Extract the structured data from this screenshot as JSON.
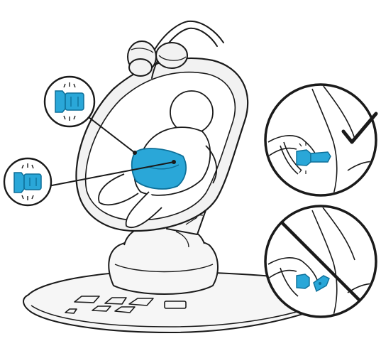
{
  "colors": {
    "line": "#1a1a1a",
    "buckle": "#2aa7d8",
    "buckle_dark": "#0d6f98",
    "seat_fill": "#f2f2f2",
    "base_fill": "#f6f6f6",
    "background": "#ffffff"
  },
  "icons": {
    "correct": "check-mark-icon",
    "incorrect": "prohibited-slash-icon"
  },
  "callouts": [
    {
      "name": "upper-buckle-callout",
      "state": "closed"
    },
    {
      "name": "lower-buckle-callout",
      "state": "closed"
    }
  ],
  "detail_views": [
    {
      "name": "buckle-fastened-view",
      "status": "correct"
    },
    {
      "name": "buckle-unfastened-view",
      "status": "incorrect"
    }
  ]
}
